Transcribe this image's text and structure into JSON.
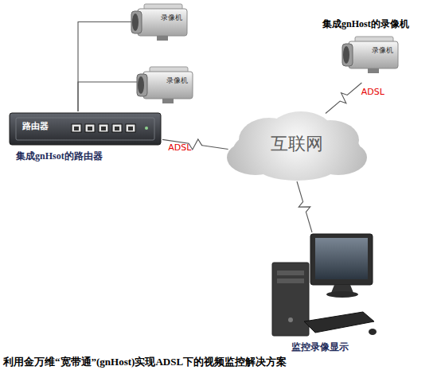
{
  "diagram": {
    "caption": "利用金万维“宽带通”(gnHost)实现ADSL下的视频监控解决方案",
    "nodes": [
      {
        "text": [
          "录像机"
        ]
      },
      {
        "text": [
          "录像机"
        ]
      },
      {
        "text": [
          "路由器",
          "集成gnHsot的路由器"
        ]
      },
      {
        "text": [
          "集成gnHost的录像机",
          "录像机"
        ]
      },
      {
        "text": [
          "互联网"
        ]
      },
      {
        "text": [
          "监控录像显示"
        ]
      }
    ],
    "edges": [
      {
        "from": 2,
        "to": 0,
        "arrow": "none"
      },
      {
        "from": 2,
        "to": 1,
        "arrow": "none"
      },
      {
        "from": 2,
        "to": 4,
        "label": "ADSL",
        "arrow": "none"
      },
      {
        "from": 3,
        "to": 4,
        "label": "ADSL",
        "arrow": "none"
      },
      {
        "from": 4,
        "to": 5,
        "arrow": "none"
      }
    ]
  }
}
